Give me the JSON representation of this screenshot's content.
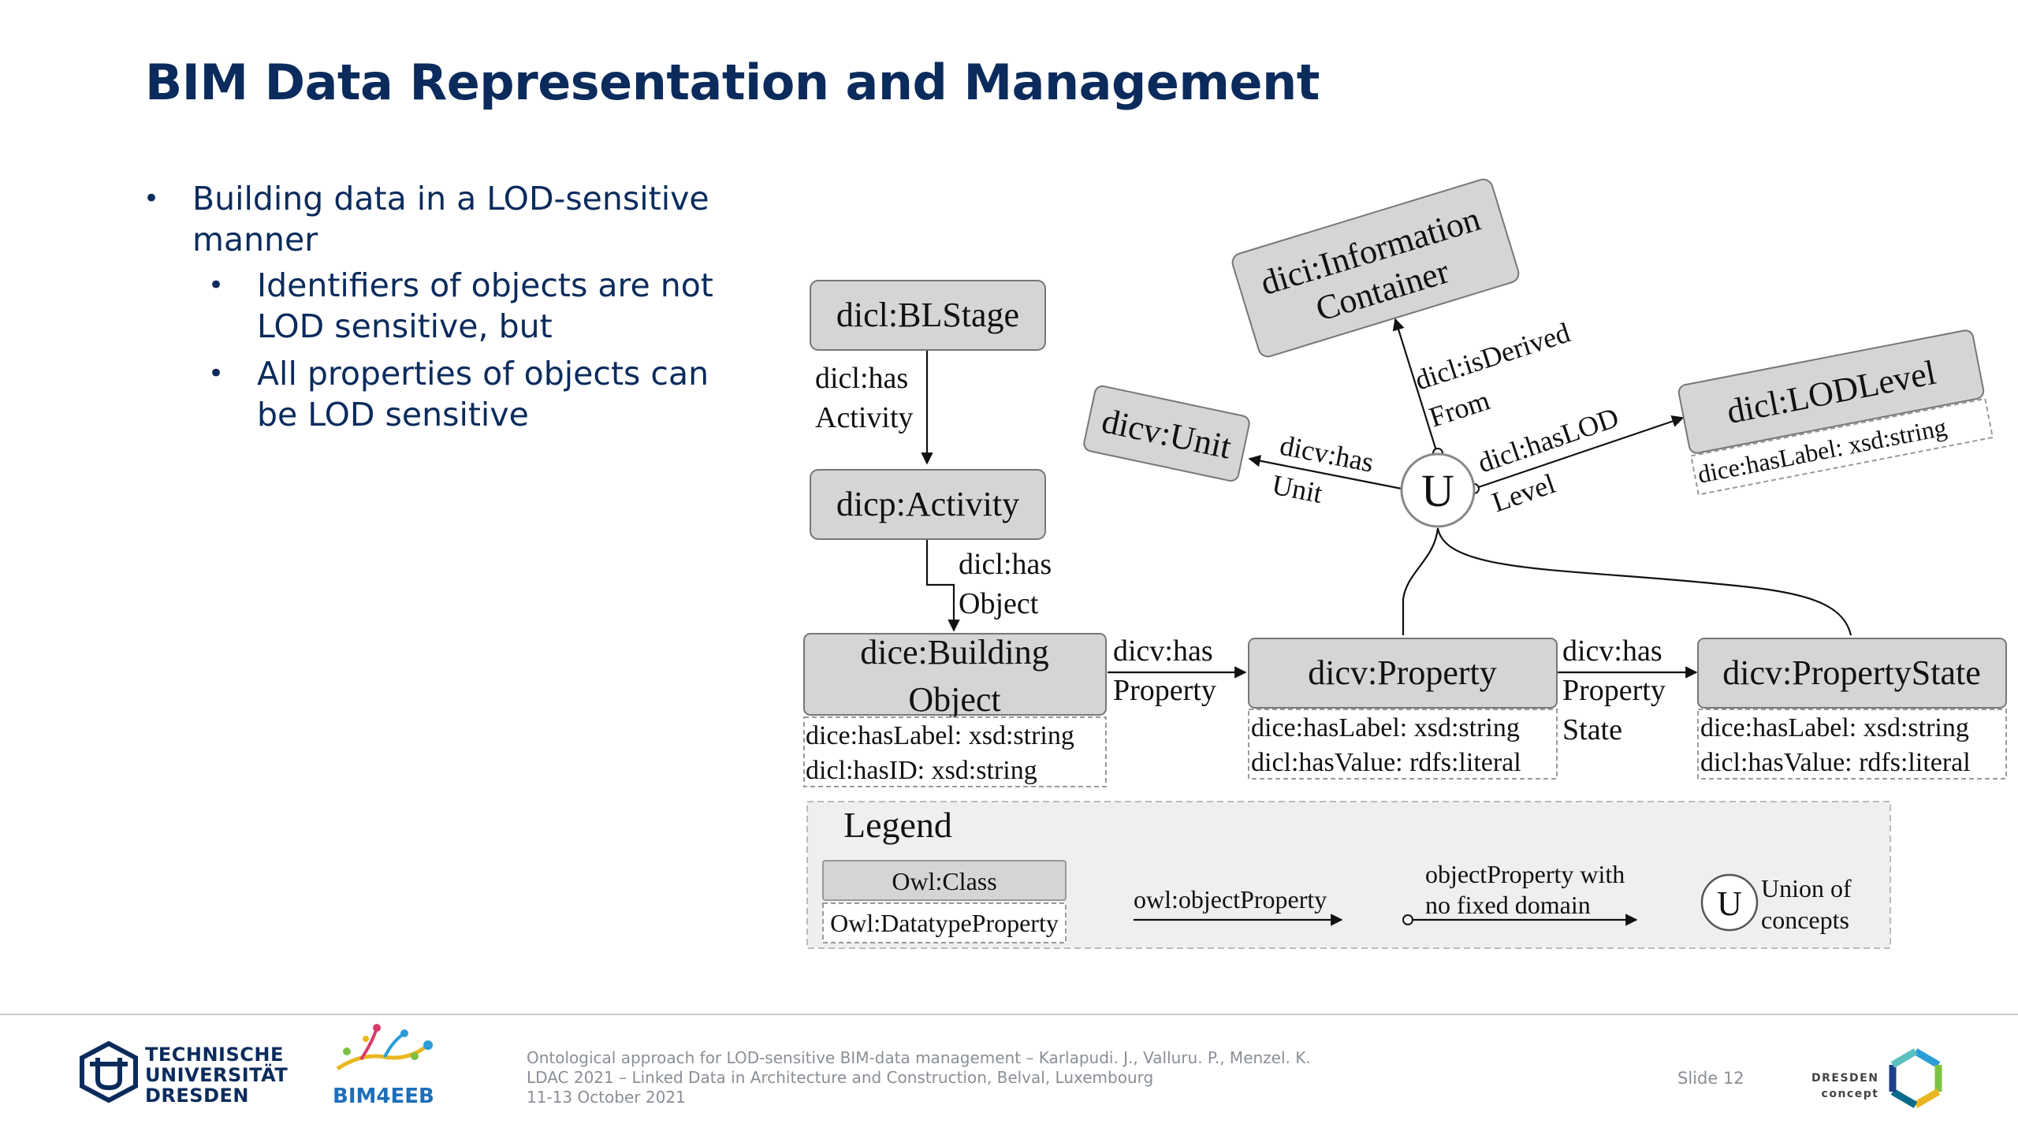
{
  "slide": {
    "title": "BIM Data Representation and Management",
    "bullets": {
      "main": "Building data in a LOD-sensitive manner",
      "sub1": "Identifiers of objects are not LOD sensitive, but",
      "sub2": "All properties of objects can be LOD sensitive"
    }
  },
  "diagram": {
    "classes": {
      "blstage": "dicl:BLStage",
      "activity": "dicp:Activity",
      "building_object": [
        "dice:Building",
        "Object"
      ],
      "property": "dicv:Property",
      "property_state": "dicv:PropertyState",
      "unit": "dicv:Unit",
      "info_container": [
        "dici:Information",
        "Container"
      ],
      "lod_level": "dicl:LODLevel"
    },
    "datatype_props": {
      "building_object": [
        "dice:hasLabel: xsd:string",
        "dicl:hasID: xsd:string"
      ],
      "property": [
        "dice:hasLabel: xsd:string",
        "dicl:hasValue: rdfs:literal"
      ],
      "property_state": [
        "dice:hasLabel: xsd:string",
        "dicl:hasValue: rdfs:literal"
      ],
      "lod_level": "dice:hasLabel: xsd:string"
    },
    "edges": {
      "has_activity": [
        "dicl:has",
        "Activity"
      ],
      "has_object": [
        "dicl:has",
        "Object"
      ],
      "has_property": [
        "dicv:has",
        "Property"
      ],
      "has_property_state": [
        "dicv:has",
        "Property",
        "State"
      ],
      "has_unit": [
        "dicv:has",
        "Unit"
      ],
      "is_derived_from": [
        "dicl:isDerived",
        "From"
      ],
      "has_lod_level": [
        "dicl:hasLOD",
        "Level"
      ]
    },
    "union_symbol": "U",
    "legend": {
      "title": "Legend",
      "class": "Owl:Class",
      "datatype_property": "Owl:DatatypeProperty",
      "object_property": "owl:objectProperty",
      "object_property_no_domain": [
        "objectProperty with",
        "no fixed domain"
      ],
      "union_symbol": "U",
      "union": [
        "Union of",
        "concepts"
      ]
    }
  },
  "footer": {
    "tud_logo": [
      "TECHNISCHE",
      "UNIVERSITÄT",
      "DRESDEN"
    ],
    "bim_logo": "BIM4EEB",
    "citation": [
      "Ontological approach for LOD-sensitive BIM-data management – Karlapudi. J., Valluru. P., Menzel. K.",
      "LDAC 2021 – Linked Data in Architecture and Construction, Belval, Luxembourg",
      "11-13 October 2021"
    ],
    "slide_number": "Slide 12",
    "dd_logo": [
      "DRESDEN",
      "concept"
    ]
  },
  "colors": {
    "title": "#0a2b5c",
    "class_fill": "#d5d5d5",
    "legend_fill": "#efefef"
  }
}
